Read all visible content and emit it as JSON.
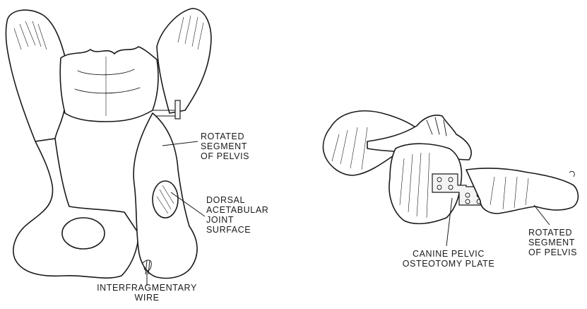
{
  "labels": {
    "rotated_segment_left": "ROTATED\nSEGMENT\nOF PELVIS",
    "dorsal_acetabular": "DORSAL\nACETABULAR\nJOINT\nSURFACE",
    "interfragmentary_wire": "INTERFRAGMENTARY\nWIRE",
    "canine_pelvic_plate": "CANINE PELVIC\nOSTEOTOMY PLATE",
    "rotated_segment_right": "ROTATED\nSEGMENT\nOF PELVIS"
  }
}
